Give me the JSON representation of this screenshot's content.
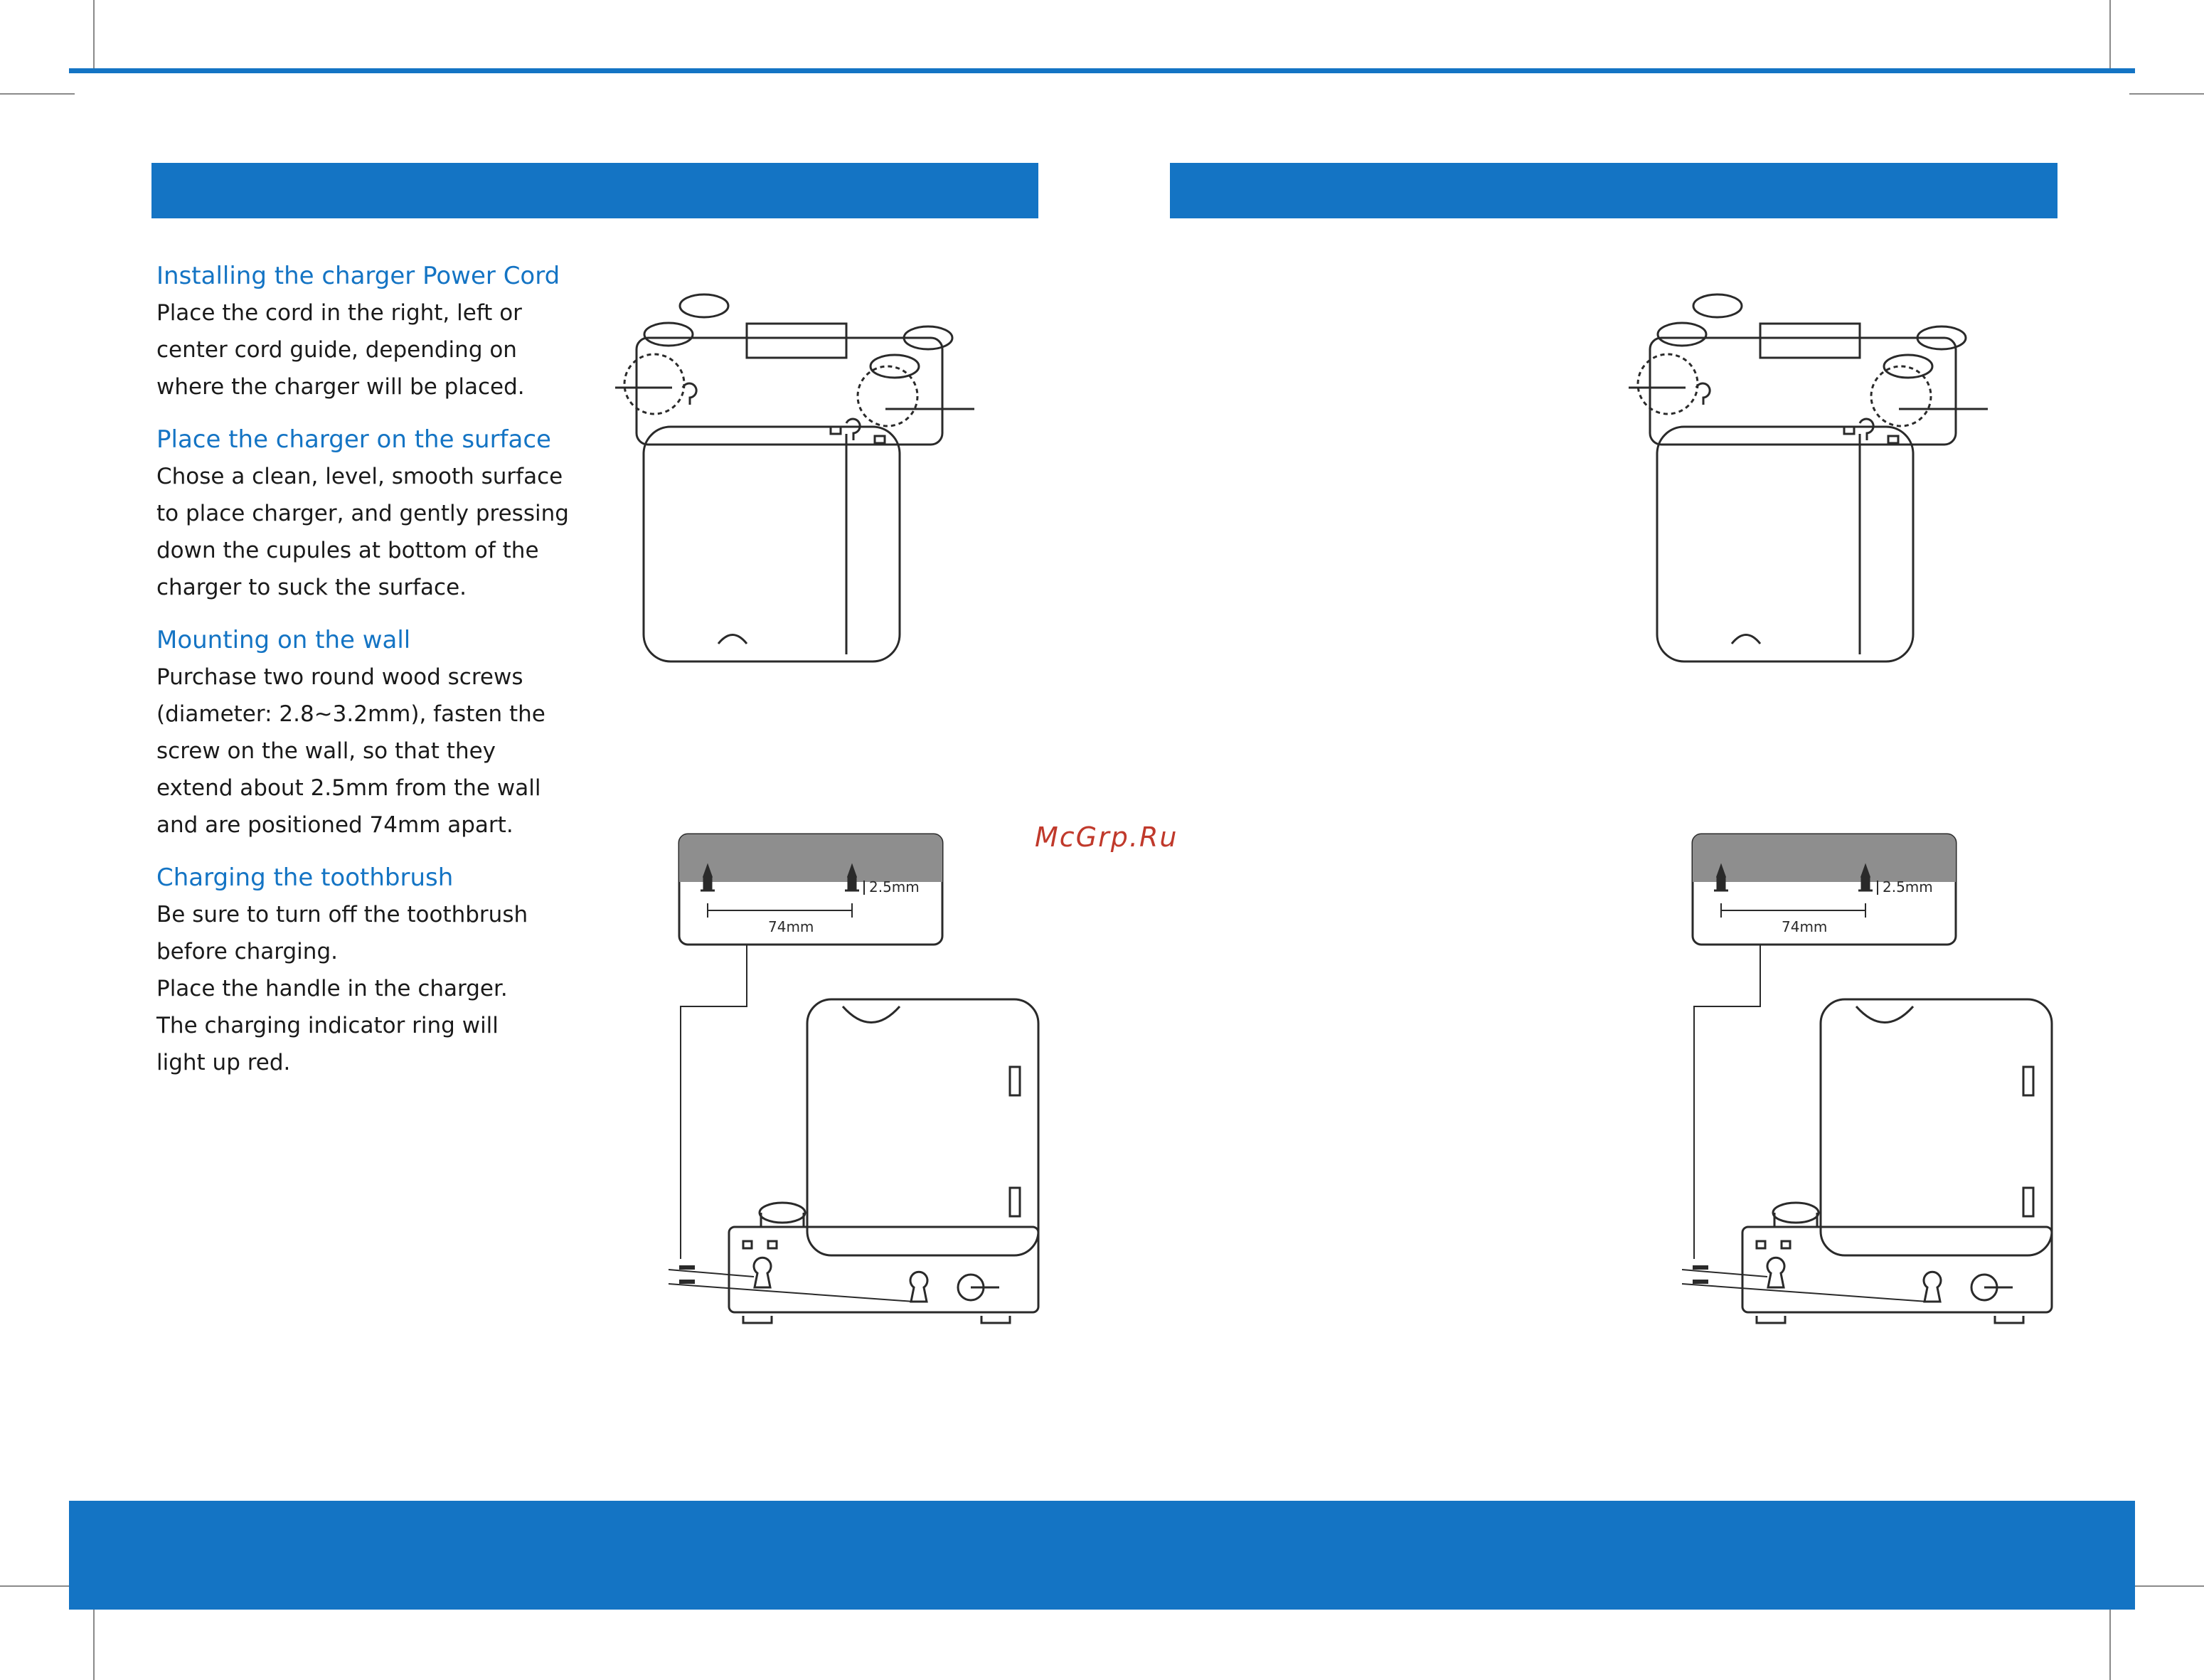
{
  "sections": [
    {
      "title": "Installing the charger Power Cord",
      "body": "Place the cord in the right, left or\ncenter cord guide, depending on\nwhere the charger will be placed."
    },
    {
      "title": "Place the charger on the surface",
      "body": "Chose a clean, level, smooth surface\nto place charger, and gently pressing\ndown the cupules at bottom of the\ncharger to suck the surface."
    },
    {
      "title": "Mounting on the wall",
      "body": "Purchase two round wood screws\n(diameter: 2.8~3.2mm), fasten the\nscrew on the wall, so that they\nextend about 2.5mm from the wall\nand are positioned 74mm apart."
    },
    {
      "title": "Charging the toothbrush",
      "body": "Be sure to turn off the toothbrush\nbefore charging.\nPlace the handle in the charger.\nThe charging indicator ring will\nlight up red."
    }
  ],
  "diagram": {
    "screw_extension_label": "2.5mm",
    "screw_spacing_label": "74mm"
  },
  "watermark": "McGrp.Ru",
  "colors": {
    "brand_blue": "#1474c4",
    "wall_gray": "#8e8e8e",
    "watermark_red": "#c0392b"
  }
}
